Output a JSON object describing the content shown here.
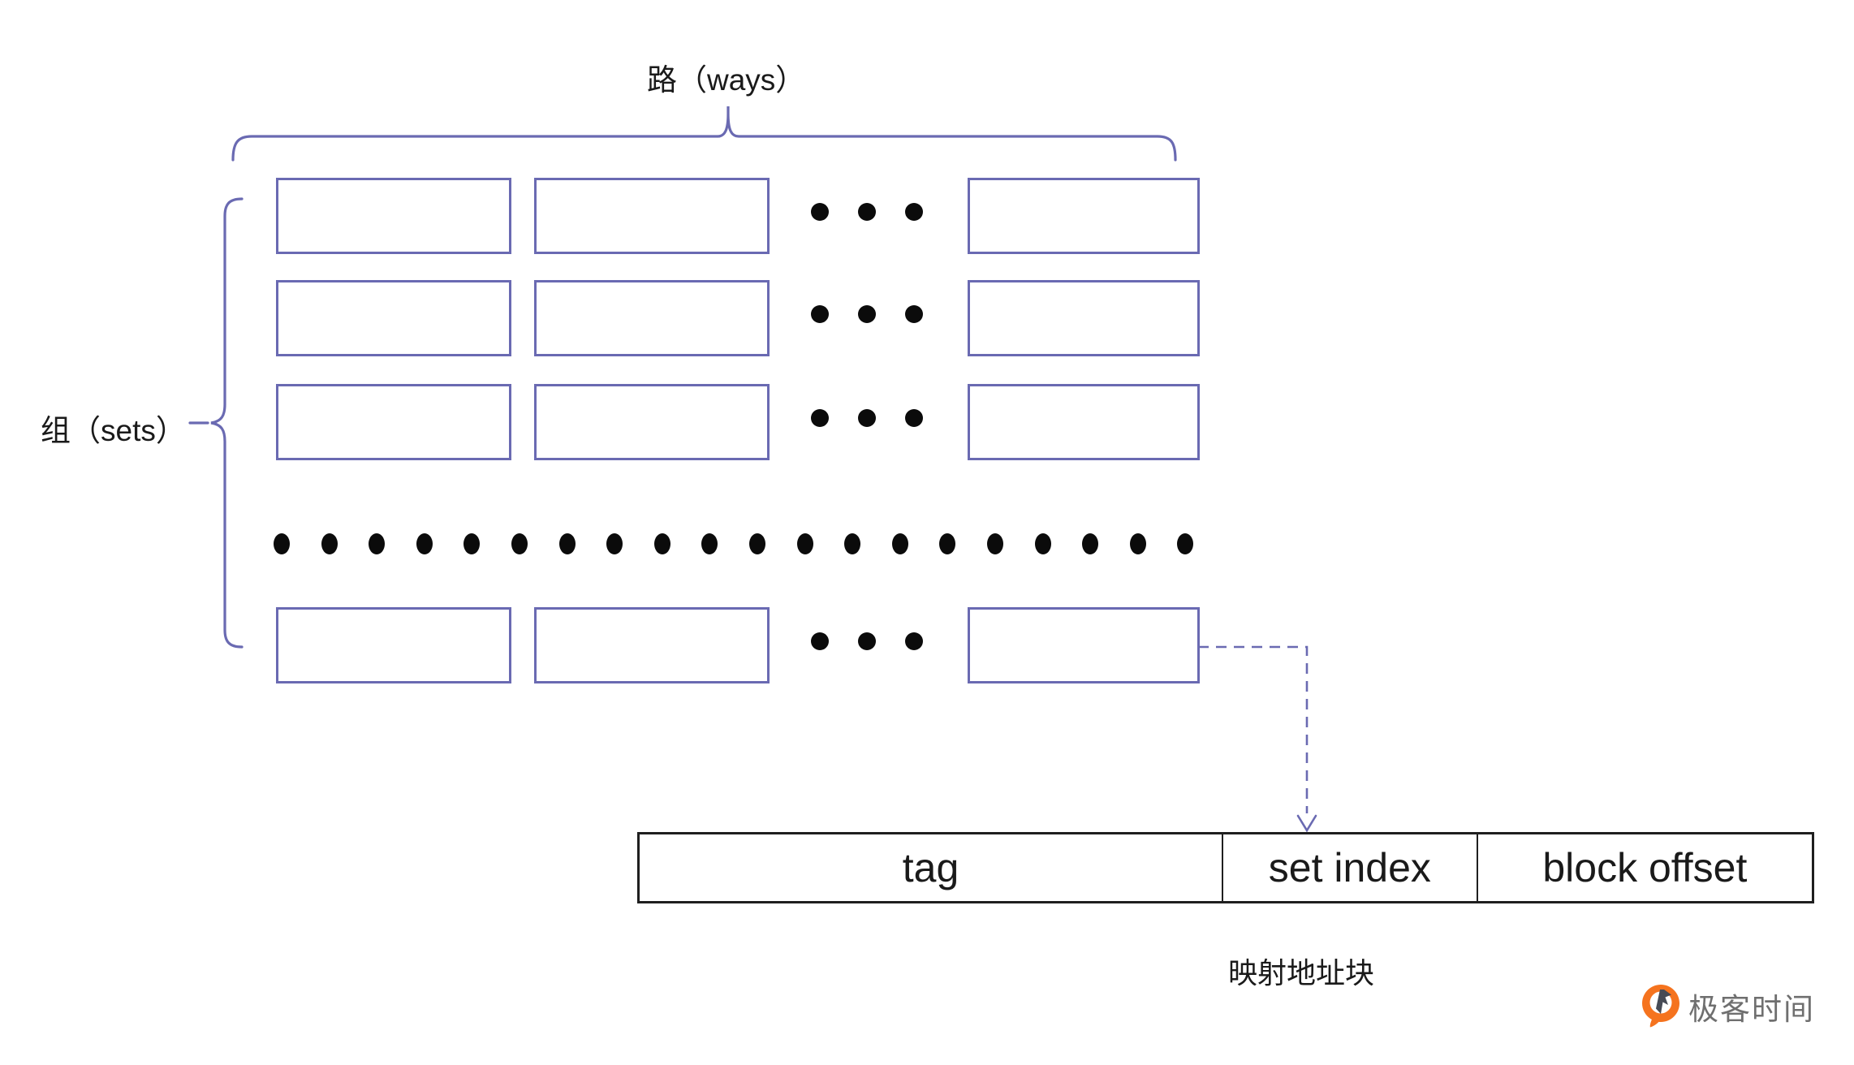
{
  "labels": {
    "ways": "路（ways）",
    "sets": "组（sets）",
    "mapped_address": "映射地址块"
  },
  "address_fields": [
    {
      "label": "tag"
    },
    {
      "label": "set index"
    },
    {
      "label": "block offset"
    }
  ],
  "grid": {
    "visible_set_rows": 4,
    "visible_ways_per_row": 3,
    "way_ellipsis_dots_per_row": 3,
    "set_ellipsis_dots": 20
  },
  "logo": {
    "text": "极客时间",
    "icon": "geektime-logo-icon"
  },
  "colors": {
    "line_purple": "#6a6ab2",
    "table_border": "#1f1f1f",
    "text": "#1a1a1a",
    "dot_black": "#0b0b0b",
    "logo_orange": "#f5731e",
    "logo_orange_dark": "#e85d0a",
    "logo_gray": "#6f6f6f",
    "logo_mark_gray": "#474b55"
  }
}
